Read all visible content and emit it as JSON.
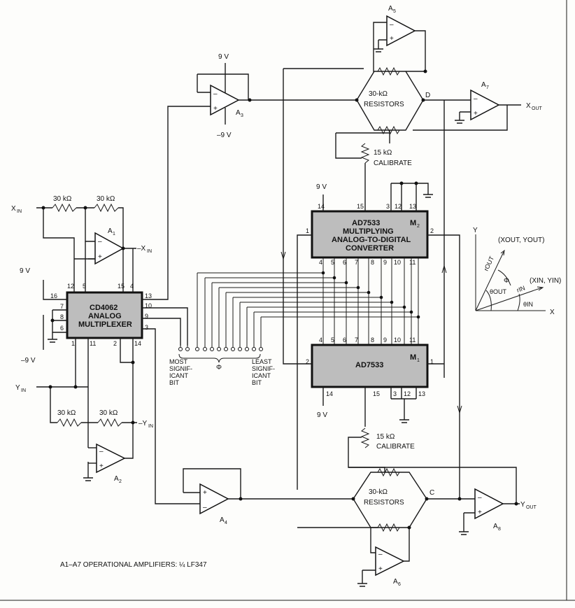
{
  "supplies": {
    "pos": "9 V",
    "neg": "–9 V"
  },
  "resistors": {
    "r30k": "30 kΩ",
    "bridge_line1": "30-kΩ",
    "bridge_line2": "RESISTORS",
    "cal_value": "15 kΩ",
    "cal_label": "CALIBRATE"
  },
  "chips": {
    "cd4062_line1": "CD4062",
    "cd4062_line2": "ANALOG",
    "cd4062_line3": "MULTIPLEXER",
    "m2_line1": "AD7533",
    "m2_line2": "MULTIPLYING",
    "m2_line3": "ANALOG-TO-DIGITAL",
    "m2_line4": "CONVERTER",
    "m2_ref": "M",
    "m2_ref_sub": "2",
    "m1_line1": "AD7533",
    "m1_ref": "M",
    "m1_ref_sub": "1"
  },
  "amps": [
    {
      "name": "A",
      "sub": "1"
    },
    {
      "name": "A",
      "sub": "2"
    },
    {
      "name": "A",
      "sub": "3"
    },
    {
      "name": "A",
      "sub": "4"
    },
    {
      "name": "A",
      "sub": "5"
    },
    {
      "name": "A",
      "sub": "6"
    },
    {
      "name": "A",
      "sub": "7"
    },
    {
      "name": "A",
      "sub": "8"
    }
  ],
  "signals": {
    "x_in": "X",
    "x_in_sub": "IN",
    "neg_x_in": "–X",
    "neg_x_in_sub": "IN",
    "y_in": "Y",
    "y_in_sub": "IN",
    "neg_y_in": "–Y",
    "neg_y_in_sub": "IN",
    "x_out": "X",
    "x_out_sub": "OUT",
    "y_out": "Y",
    "y_out_sub": "OUT",
    "node_c": "C",
    "node_d": "D"
  },
  "bits": {
    "phi": "Φ",
    "msb": [
      "MOST",
      "SIGNIF-",
      "ICANT",
      "BIT"
    ],
    "lsb": [
      "LEAST",
      "SIGNIF-",
      "ICANT",
      "BIT"
    ]
  },
  "vector": {
    "axis_x": "X",
    "axis_y": "Y",
    "out_point": "(XOUT, YOUT)",
    "in_point": "(XIN, YIN)",
    "r_out": "rOUT",
    "r_in": "rIN",
    "phi": "Φ",
    "theta_out": "θOUT",
    "theta_in": "θIN"
  },
  "footnote": "A1–A7 OPERATIONAL AMPLIFIERS: ¼ LF347",
  "pins": {
    "cd": {
      "p16": "16",
      "p12": "12",
      "p5": "5",
      "p15": "15",
      "p4": "4",
      "p13": "13",
      "p7": "7",
      "p8": "8",
      "p6": "6",
      "p10": "10",
      "p9": "9",
      "p3": "3",
      "p1": "1",
      "p11": "11",
      "p2": "2",
      "p14": "14"
    },
    "m2": {
      "p14": "14",
      "p15": "15",
      "p3": "3",
      "p12": "12",
      "p13": "13",
      "p1": "1",
      "p2": "2",
      "bits": [
        "4",
        "5",
        "6",
        "7",
        "8",
        "9",
        "10",
        "11"
      ]
    },
    "m1": {
      "p14": "14",
      "p15": "15",
      "p3": "3",
      "p12": "12",
      "p13": "13",
      "p1": "1",
      "p2": "2",
      "bits": [
        "4",
        "5",
        "6",
        "7",
        "8",
        "9",
        "10",
        "11"
      ]
    }
  }
}
